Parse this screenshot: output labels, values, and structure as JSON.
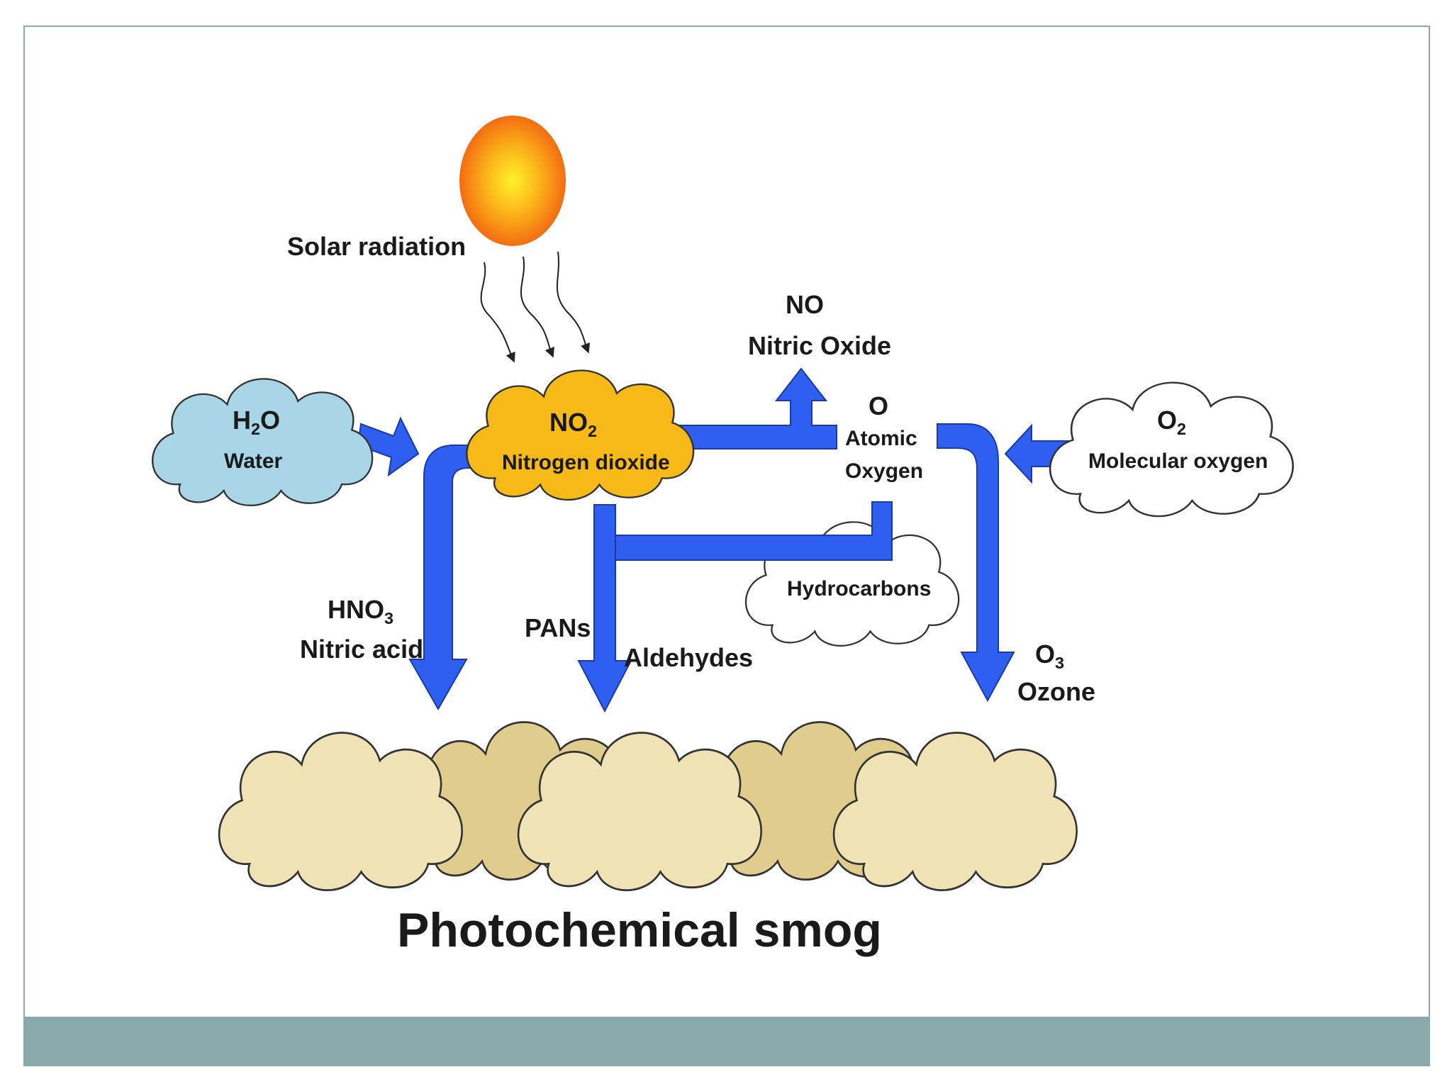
{
  "diagram": {
    "colors": {
      "frame_border": "#8aa9a8",
      "footer_bar": "#8aa9a9",
      "arrow_blue": "#2f5ff0",
      "water_cloud": "#a9d6e6",
      "no2_cloud": "#f7b917",
      "smog_light": "#efe2b4",
      "smog_dark": "#e0cd8d",
      "sun_outer": "#f26a12",
      "sun_inner": "#ffee2a"
    },
    "solar": {
      "label": "Solar radiation"
    },
    "water": {
      "formula_main": "H",
      "formula_sub": "2",
      "formula_tail": "O",
      "name": "Water"
    },
    "no2": {
      "formula_main": "NO",
      "formula_sub": "2",
      "name": "Nitrogen dioxide"
    },
    "no": {
      "formula": "NO",
      "name": "Nitric Oxide"
    },
    "atomic_o": {
      "formula": "O",
      "name_line1": "Atomic",
      "name_line2": "Oxygen"
    },
    "o2": {
      "formula_main": "O",
      "formula_sub": "2",
      "name": "Molecular oxygen"
    },
    "hydrocarbons": {
      "name": "Hydrocarbons"
    },
    "hno3": {
      "formula_main": "HNO",
      "formula_sub": "3",
      "name": "Nitric acid"
    },
    "pans": {
      "name": "PANs"
    },
    "aldehydes": {
      "name": "Aldehydes"
    },
    "o3": {
      "formula_main": "O",
      "formula_sub": "3",
      "name": "Ozone"
    },
    "smog": {
      "title": "Photochemical smog"
    }
  }
}
